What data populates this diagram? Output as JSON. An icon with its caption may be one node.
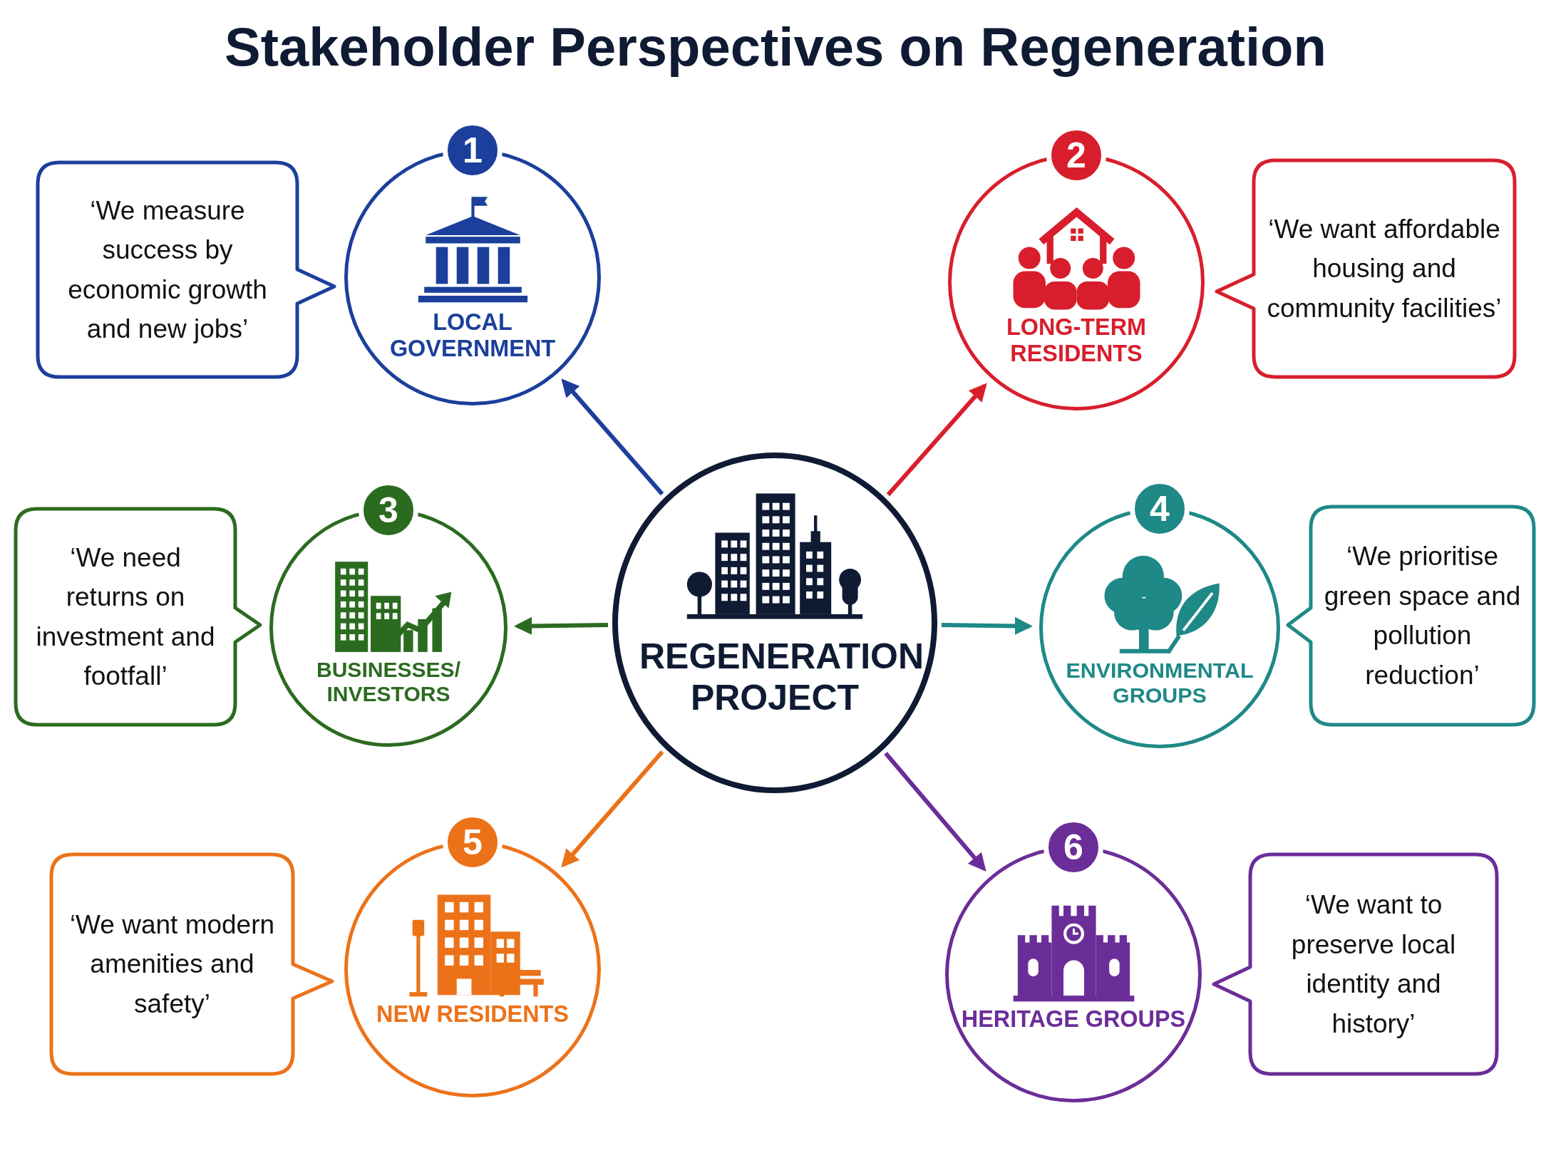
{
  "diagram": {
    "title": "Stakeholder Perspectives on Regeneration",
    "nodes": [
      {
        "text": [
          "REGENERATION PROJECT"
        ]
      },
      {
        "text": [
          "LOCAL GOVERNMENT"
        ]
      },
      {
        "text": [
          "1"
        ]
      },
      {
        "text": [
          "‘We measure success by economic growth and new jobs’"
        ]
      },
      {
        "text": [
          "LONG-TERM RESIDENTS"
        ]
      },
      {
        "text": [
          "2"
        ]
      },
      {
        "text": [
          "‘We want affordable housing and community facilities’"
        ]
      },
      {
        "text": [
          "BUSINESSES/ INVESTORS"
        ]
      },
      {
        "text": [
          "3"
        ]
      },
      {
        "text": [
          "‘We need returns on investment and footfall’"
        ]
      },
      {
        "text": [
          "ENVIRONMENTAL GROUPS"
        ]
      },
      {
        "text": [
          "4"
        ]
      },
      {
        "text": [
          "‘We prioritise green space and pollution reduction’"
        ]
      },
      {
        "text": [
          "NEW RESIDENTS"
        ]
      },
      {
        "text": [
          "5"
        ]
      },
      {
        "text": [
          "‘We want modern amenities and safety’"
        ]
      },
      {
        "text": [
          "HERITAGE GROUPS"
        ]
      },
      {
        "text": [
          "6"
        ]
      },
      {
        "text": [
          "‘We want to preserve local identity and history’"
        ]
      }
    ],
    "edges": [
      {
        "from": 0,
        "to": 1,
        "arrow": "to",
        "color": "#1b3f9b"
      },
      {
        "from": 0,
        "to": 4,
        "arrow": "to",
        "color": "#d81e2c"
      },
      {
        "from": 0,
        "to": 7,
        "arrow": "to",
        "color": "#2b6b1f"
      },
      {
        "from": 0,
        "to": 10,
        "arrow": "to",
        "color": "#1e8987"
      },
      {
        "from": 0,
        "to": 13,
        "arrow": "to",
        "color": "#ec7219"
      },
      {
        "from": 0,
        "to": 16,
        "arrow": "to",
        "color": "#6b2d98"
      }
    ]
  }
}
